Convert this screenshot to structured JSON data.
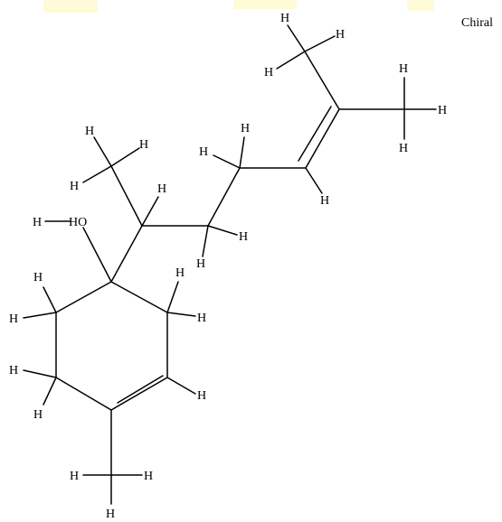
{
  "stereo_label": "Chiral",
  "atoms": {
    "hydrogen": "H",
    "hydroxyl": "HO"
  },
  "colors": {
    "bond": "#000000",
    "label": "#000000",
    "background": "#ffffff",
    "watermark_tint": "#fff5b8"
  }
}
